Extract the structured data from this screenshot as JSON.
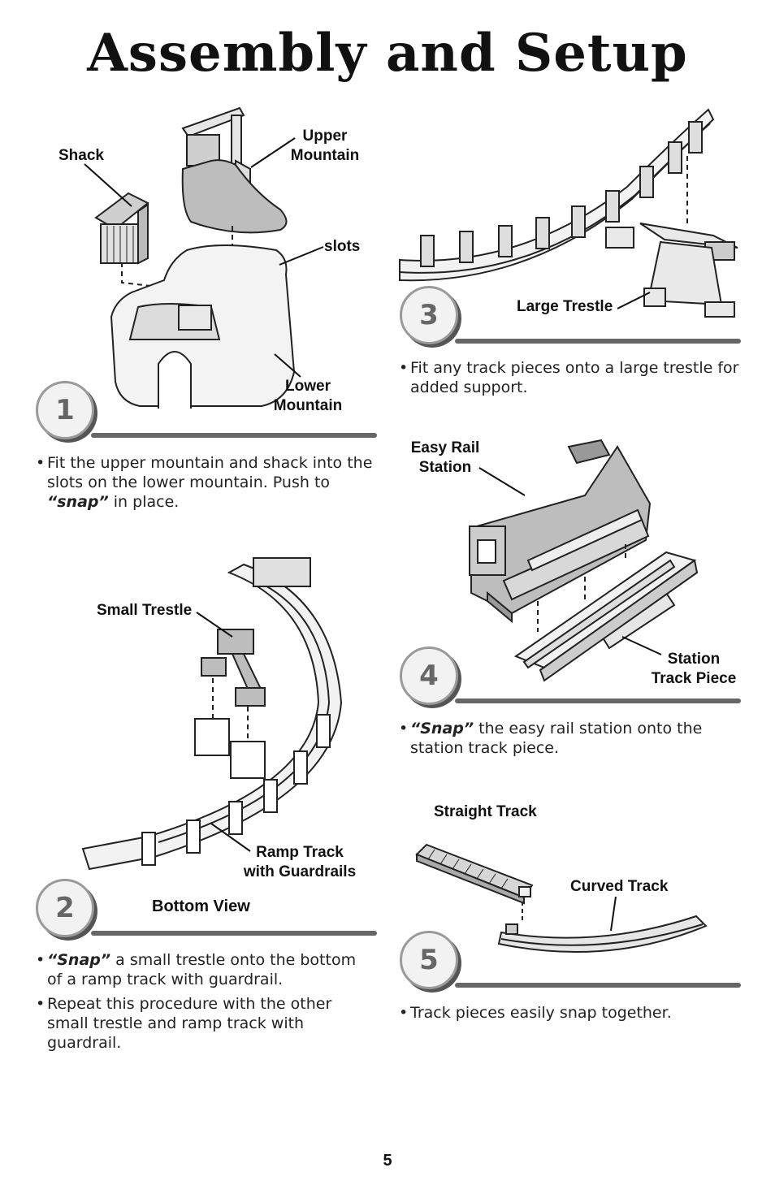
{
  "page": {
    "title": "Assembly and Setup",
    "page_number": "5"
  },
  "steps": [
    {
      "number": "1",
      "labels": {
        "shack": "Shack",
        "upper_mountain_1": "Upper",
        "upper_mountain_2": "Mountain",
        "slots": "slots",
        "lower_mountain_1": "Lower",
        "lower_mountain_2": "Mountain"
      },
      "bullets": [
        {
          "pre": "Fit the upper mountain and shack into the slots on the lower mountain. Push to ",
          "bold": "“snap”",
          "post": " in place."
        }
      ]
    },
    {
      "number": "2",
      "labels": {
        "small_trestle": "Small Trestle",
        "ramp_track_1": "Ramp Track",
        "ramp_track_2": "with Guardrails",
        "bottom_view": "Bottom View"
      },
      "bullets": [
        {
          "pre": "",
          "bold": "“Snap”",
          "post": " a small trestle onto the bottom of a ramp track with guardrail."
        },
        {
          "pre": "Repeat this procedure with the other small trestle and ramp track with guardrail.",
          "bold": "",
          "post": ""
        }
      ]
    },
    {
      "number": "3",
      "labels": {
        "large_trestle": "Large Trestle"
      },
      "bullets": [
        {
          "pre": "Fit any track pieces onto a large trestle for added support.",
          "bold": "",
          "post": ""
        }
      ]
    },
    {
      "number": "4",
      "labels": {
        "easy_rail_1": "Easy Rail",
        "easy_rail_2": "Station",
        "station_track_1": "Station",
        "station_track_2": "Track Piece"
      },
      "bullets": [
        {
          "pre": "",
          "bold": "“Snap”",
          "post": " the easy rail station onto the station track piece."
        }
      ]
    },
    {
      "number": "5",
      "labels": {
        "straight_track": "Straight Track",
        "curved_track": "Curved Track"
      },
      "bullets": [
        {
          "pre": "Track pieces easily snap together.",
          "bold": "",
          "post": ""
        }
      ]
    }
  ]
}
